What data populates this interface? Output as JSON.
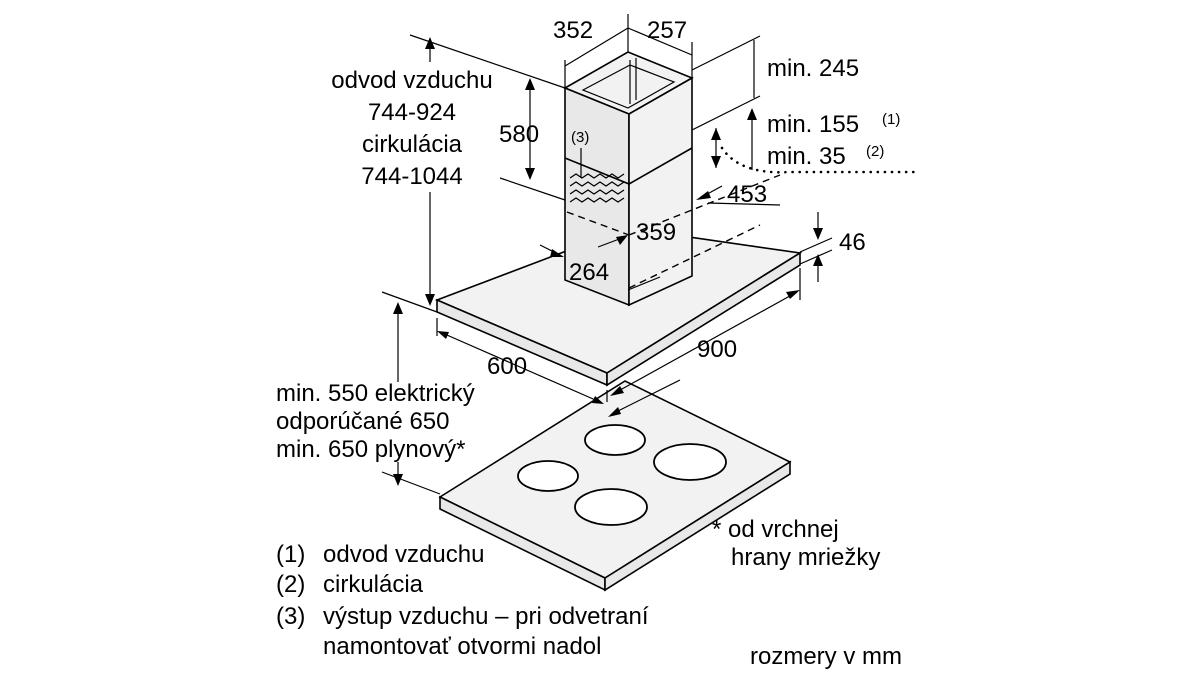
{
  "dimensions": {
    "chimney_width": "352",
    "chimney_depth": "257",
    "chimney_height": "580",
    "min_245": "min. 245",
    "min_155": "min. 155",
    "min_155_ref": "(1)",
    "min_35": "min. 35",
    "min_35_ref": "(2)",
    "d453": "453",
    "d359": "359",
    "d264": "264",
    "d46": "46",
    "d900": "900",
    "d600": "600",
    "outlet_ref": "(3)"
  },
  "height_range": {
    "line1": "odvod vzduchu",
    "line2": "744-924",
    "line3": "cirkulácia",
    "line4": "744-1044"
  },
  "clearance": {
    "line1": "min. 550 elektrický",
    "line2": "odporúčané 650",
    "line3": "min. 650 plynový*"
  },
  "footnote": {
    "line1": "* od vrchnej",
    "line2": "hrany mriežky"
  },
  "legend": [
    {
      "num": "(1)",
      "text": "odvod vzduchu"
    },
    {
      "num": "(2)",
      "text": "cirkulácia"
    },
    {
      "num": "(3)",
      "text": "výstup vzduchu – pri odvetraní"
    },
    {
      "num": "",
      "text": "namontovať otvormi nadol"
    }
  ],
  "units_note": "rozmery v mm"
}
